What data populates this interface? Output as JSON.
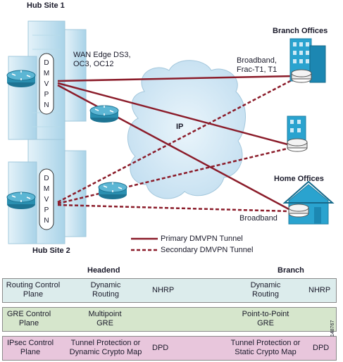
{
  "sites": {
    "hub1": "Hub Site 1",
    "hub2": "Hub Site 2",
    "branch_offices": "Branch Offices",
    "home_offices": "Home Offices"
  },
  "dmvpn_letters": [
    "D",
    "M",
    "V",
    "P",
    "N"
  ],
  "wan_edge": [
    "WAN Edge DS3,",
    "OC3, OC12"
  ],
  "branch_link": [
    "Broadband,",
    "Frac-T1, T1"
  ],
  "home_link": "Broadband",
  "cloud_label": "IP",
  "legend": {
    "primary": "Primary DMVPN Tunnel",
    "secondary": "Secondary DMVPN Tunnel"
  },
  "table": {
    "headend": "Headend",
    "branch": "Branch",
    "rows": [
      {
        "label": [
          "Routing Control",
          "Plane"
        ],
        "headend": [
          "Dynamic",
          "Routing"
        ],
        "headend_extra": "NHRP",
        "branch": [
          "Dynamic",
          "Routing"
        ],
        "branch_extra": "NHRP",
        "color": "#dcecec"
      },
      {
        "label": [
          "GRE Control",
          "Plane"
        ],
        "headend": [
          "Multipoint",
          "GRE"
        ],
        "headend_extra": "",
        "branch": [
          "Point-to-Point",
          "GRE"
        ],
        "branch_extra": "",
        "color": "#d6e6cc"
      },
      {
        "label": [
          "IPsec Control",
          "Plane"
        ],
        "headend": [
          "Tunnel Protection or",
          "Dynamic Crypto Map"
        ],
        "headend_extra": "DPD",
        "branch": [
          "Tunnel Protection or",
          "Static Crypto Map"
        ],
        "branch_extra": "DPD",
        "color": "#e8c6dc"
      }
    ]
  },
  "figure_id": "148767",
  "colors": {
    "tunnel": "#8b1c2a",
    "building": "#c8e4f2",
    "router": "#2a8fb0",
    "cloud": "#d6ebf5"
  },
  "icons": [
    "building-icon",
    "router-icon",
    "cloud-icon",
    "house-icon"
  ]
}
